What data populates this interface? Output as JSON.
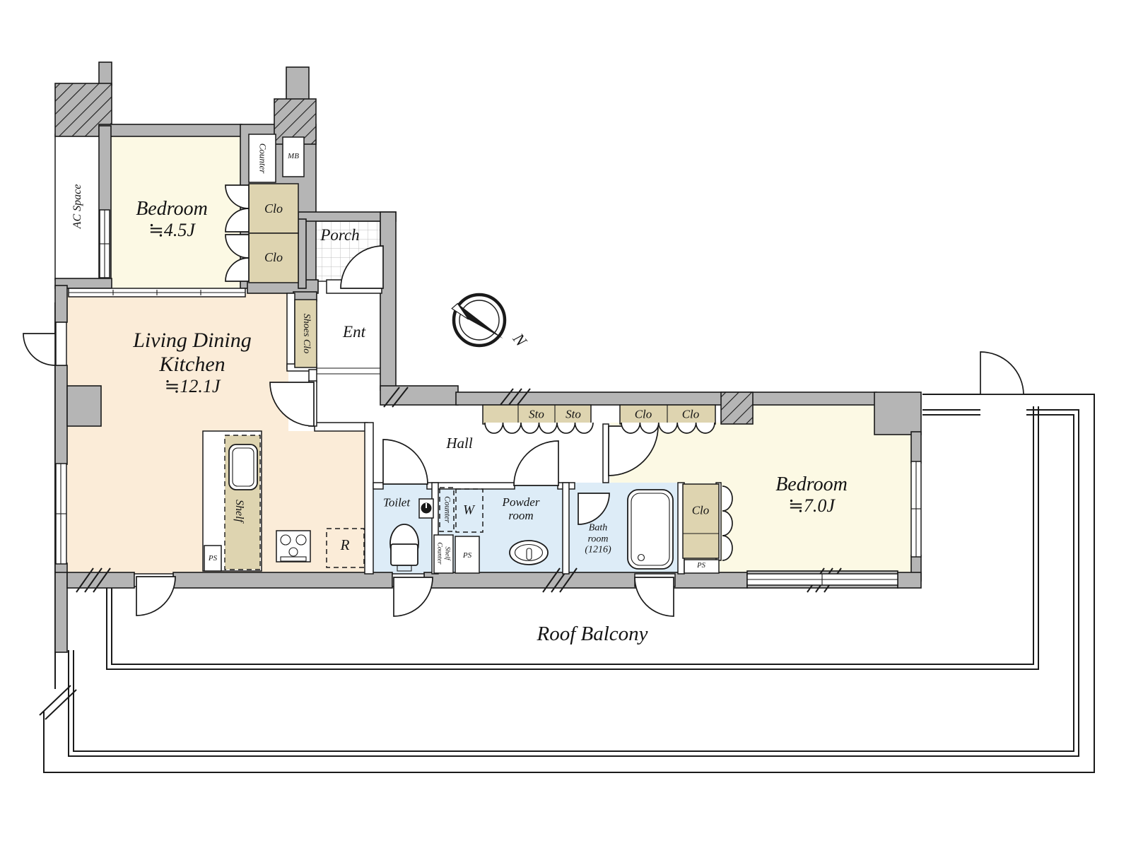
{
  "title": "Apartment floor plan",
  "compass": {
    "north_label": "N"
  },
  "colors": {
    "wall": "#b5b5b5",
    "line": "#1a1a1a",
    "cream": "#fcf9e4",
    "peach": "#fbecd8",
    "wet": "#ddecf7",
    "tan": "#ded4b0",
    "grid": "#bfbfbf"
  },
  "rooms": {
    "ac_space": {
      "label": "AC Space"
    },
    "bedroom1": {
      "name": "Bedroom",
      "size": "≒4.5J"
    },
    "counter_top": {
      "label": "Counter"
    },
    "mb": {
      "label": "MB"
    },
    "clo_a": {
      "label": "Clo"
    },
    "clo_b": {
      "label": "Clo"
    },
    "porch": {
      "label": "Porch"
    },
    "shoes_clo": {
      "label": "Shoes Clo"
    },
    "ent": {
      "label": "Ent"
    },
    "ldk": {
      "line1": "Living Dining",
      "line2": "Kitchen",
      "size": "≒12.1J"
    },
    "shelf": {
      "label": "Shelf"
    },
    "ps_kitchen": {
      "label": "PS"
    },
    "fridge": {
      "label": "R"
    },
    "hall": {
      "label": "Hall"
    },
    "sto1": {
      "label": "Sto"
    },
    "sto2": {
      "label": "Sto"
    },
    "clo_row1": {
      "label": "Clo"
    },
    "clo_row2": {
      "label": "Clo"
    },
    "toilet": {
      "label": "Toilet"
    },
    "counter_powder": {
      "label": "Counter"
    },
    "washer": {
      "label": "W"
    },
    "powder": {
      "line1": "Powder",
      "line2": "room"
    },
    "shelf_counter": {
      "line1": "Shelf",
      "line2": "Counter"
    },
    "ps_powder": {
      "label": "PS"
    },
    "bath": {
      "line1": "Bath",
      "line2": "room",
      "line3": "(1216)"
    },
    "clo_bedroom2": {
      "label": "Clo"
    },
    "ps_bedroom2": {
      "label": "PS"
    },
    "bedroom2": {
      "name": "Bedroom",
      "size": "≒7.0J"
    },
    "roof_balcony": {
      "label": "Roof Balcony"
    }
  }
}
